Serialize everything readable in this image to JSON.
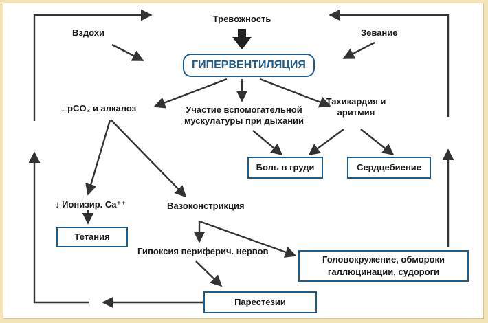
{
  "nodes": {
    "anxiety": "Тревожность",
    "sighs": "Вздохи",
    "yawning": "Зевание",
    "hyperventilation": "ГИПЕРВЕНТИЛЯЦИЯ",
    "pco2": "↓ pCO₂ и алкалоз",
    "accessory_muscles_line1": "Участие вспомогательной",
    "accessory_muscles_line2": "мускулатуры при дыхании",
    "tachycardia_line1": "Тахикардия и",
    "tachycardia_line2": "аритмия",
    "chest_pain": "Боль в груди",
    "palpitation": "Сердцебиение",
    "ionized_ca": "↓ Ионизир. Ca⁺⁺",
    "vasoconstriction": "Вазоконстрикция",
    "tetany": "Тетания",
    "hypoxia": "Гипоксия периферич. нервов",
    "dizziness_line1": "Головокружение, обмороки",
    "dizziness_line2": "галлюцинации, судороги",
    "paresthesia": "Парестезии"
  },
  "colors": {
    "box_border": "#1f5b8c",
    "arrow": "#333333",
    "frame_bg": "#f3e4b6"
  }
}
